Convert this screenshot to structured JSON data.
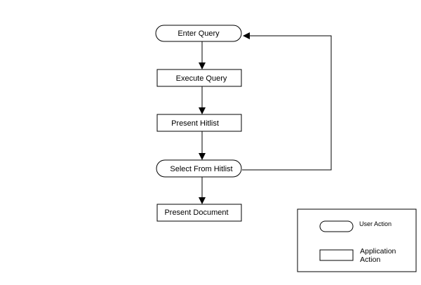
{
  "flowchart": {
    "nodes": [
      {
        "id": "enter_query",
        "label": "Enter Query",
        "shape": "rounded"
      },
      {
        "id": "execute_query",
        "label": "Execute Query",
        "shape": "rect"
      },
      {
        "id": "present_hitlist",
        "label": "Present Hitlist",
        "shape": "rect"
      },
      {
        "id": "select_from_hitlist",
        "label": "Select From Hitlist",
        "shape": "rounded"
      },
      {
        "id": "present_document",
        "label": "Present Document",
        "shape": "rect"
      }
    ],
    "edges": [
      {
        "from": "enter_query",
        "to": "execute_query"
      },
      {
        "from": "execute_query",
        "to": "present_hitlist"
      },
      {
        "from": "present_hitlist",
        "to": "select_from_hitlist"
      },
      {
        "from": "select_from_hitlist",
        "to": "present_document"
      },
      {
        "from": "select_from_hitlist",
        "to": "enter_query"
      }
    ]
  },
  "legend": {
    "user_action_label": "User Action",
    "application_action_line1": "Application",
    "application_action_line2": "Action"
  },
  "colors": {
    "stroke": "#000000",
    "background": "#ffffff"
  }
}
